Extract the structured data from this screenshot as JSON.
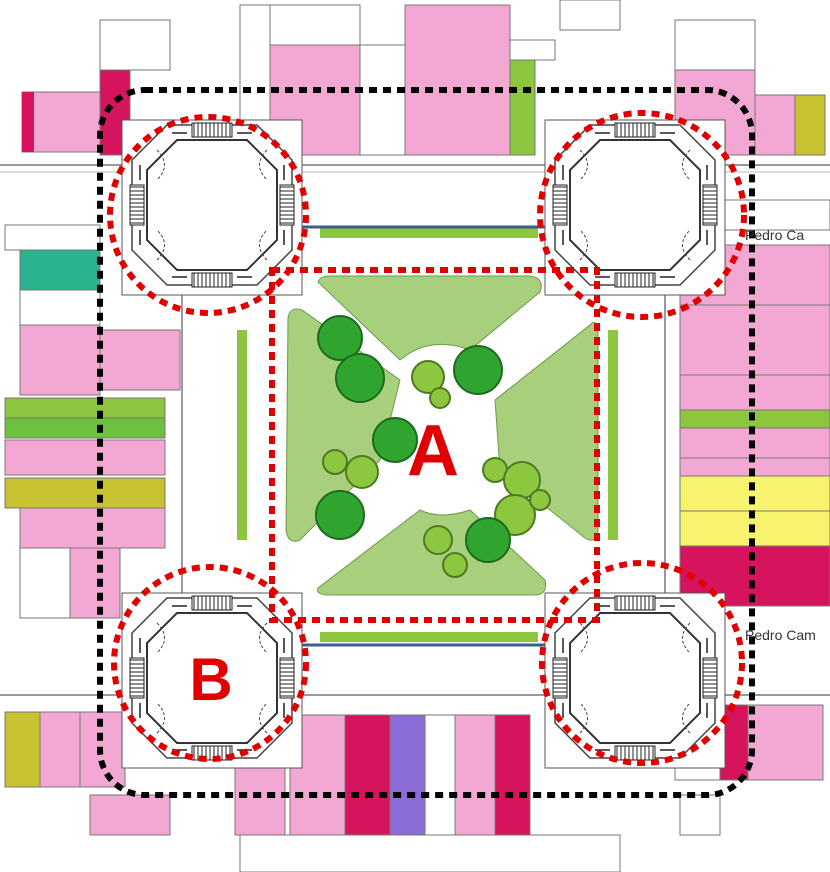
{
  "labels": {
    "zone_a": "A",
    "zone_b": "B"
  },
  "street_names": {
    "top_right": "Pedro Ca",
    "bottom_right": "Pedro Cam"
  },
  "colors": {
    "highlight": "#e00000",
    "boundary": "#000000",
    "park_lawn": "#a7cf7c",
    "tree_dark": "#2fa52f",
    "tree_light": "#8dc63f",
    "pink_block": "#f3a8d3",
    "magenta_block": "#d6145d",
    "green_strip": "#8cc63f"
  }
}
